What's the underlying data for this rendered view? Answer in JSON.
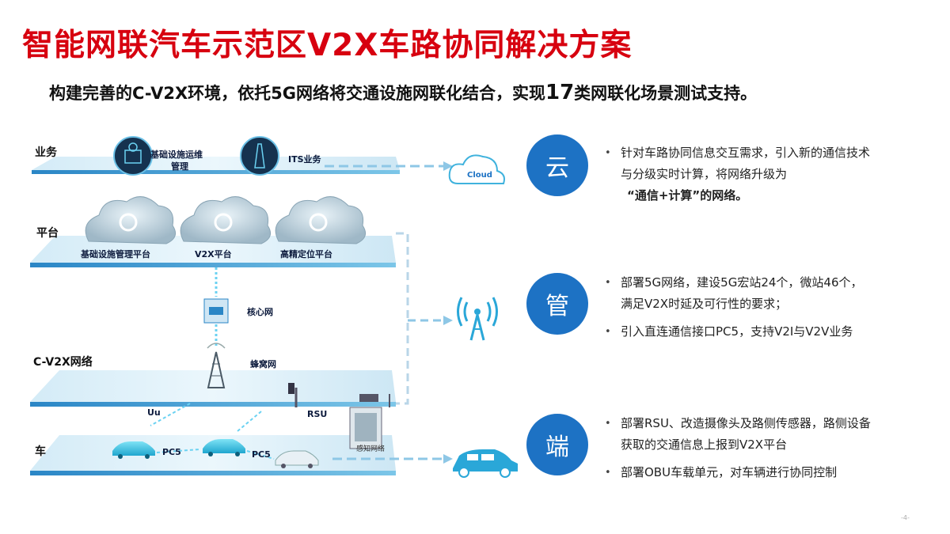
{
  "title": "智能网联汽车示范区V2X车路协同解决方案",
  "subtitle": {
    "pre": "构建完善的C-V2X环境，依托5G网络将交通设施网联化结合，实现",
    "num": "17",
    "post": "类网联化场景测试支持。"
  },
  "diagram": {
    "layers": [
      "业务",
      "平台",
      "C-V2X网络",
      "车"
    ],
    "business_nodes": [
      "基础设施运维",
      "管理",
      "ITS业务"
    ],
    "cloud_label": "Cloud",
    "platform_nodes": [
      "基础设施管理平台",
      "V2X平台",
      "高精定位平台"
    ],
    "core_network": "核心网",
    "cellular": "蜂窝网",
    "uu": "Uu",
    "rsu": "RSU",
    "sensing": "感知网络",
    "pc5_1": "PC5",
    "pc5_2": "PC5"
  },
  "sections": [
    {
      "circle": "云",
      "items": [
        {
          "text": "针对车路协同信息交互需求，引入新的通信技术与分级实时计算，将网络升级为",
          "emph": "“通信+计算”的网络。"
        }
      ]
    },
    {
      "circle": "管",
      "items": [
        {
          "text": "部署5G网络，建设5G宏站24个，微站46个，满足V2X时延及可行性的要求；"
        },
        {
          "text": "引入直连通信接口PC5，支持V2I与V2V业务"
        }
      ]
    },
    {
      "circle": "端",
      "items": [
        {
          "text": "部署RSU、改造摄像头及路侧传感器，路侧设备获取的交通信息上报到V2X平台"
        },
        {
          "text": "部署OBU车载单元，对车辆进行协同控制"
        }
      ]
    }
  ],
  "page_number": "-4-",
  "colors": {
    "title": "#d7000f",
    "circle": "#1d72c4",
    "accent": "#2aa7d8"
  }
}
